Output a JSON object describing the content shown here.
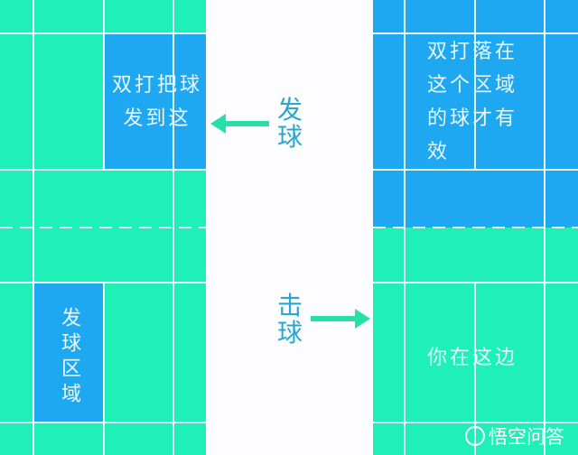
{
  "colors": {
    "court_green": "#1ef0b8",
    "court_blue": "#1ea8f2",
    "label": "#2aa7cc",
    "arrow": "#26e0a8"
  },
  "left_court": {
    "target_text": "双打把球发到这",
    "target_lines": [
      "双打把球",
      "发到这"
    ],
    "serve_area_text": "发球区域",
    "serve_area_chars": [
      "发",
      "球",
      "区",
      "域"
    ]
  },
  "middle": {
    "serve_label": [
      "发",
      "球"
    ],
    "hit_label": [
      "击",
      "球"
    ]
  },
  "right_court": {
    "valid_area_lines": [
      "双打落在",
      "这个区域",
      "的球才有",
      "效"
    ],
    "your_side_text": "你在这边"
  },
  "watermark": "悟空问答"
}
